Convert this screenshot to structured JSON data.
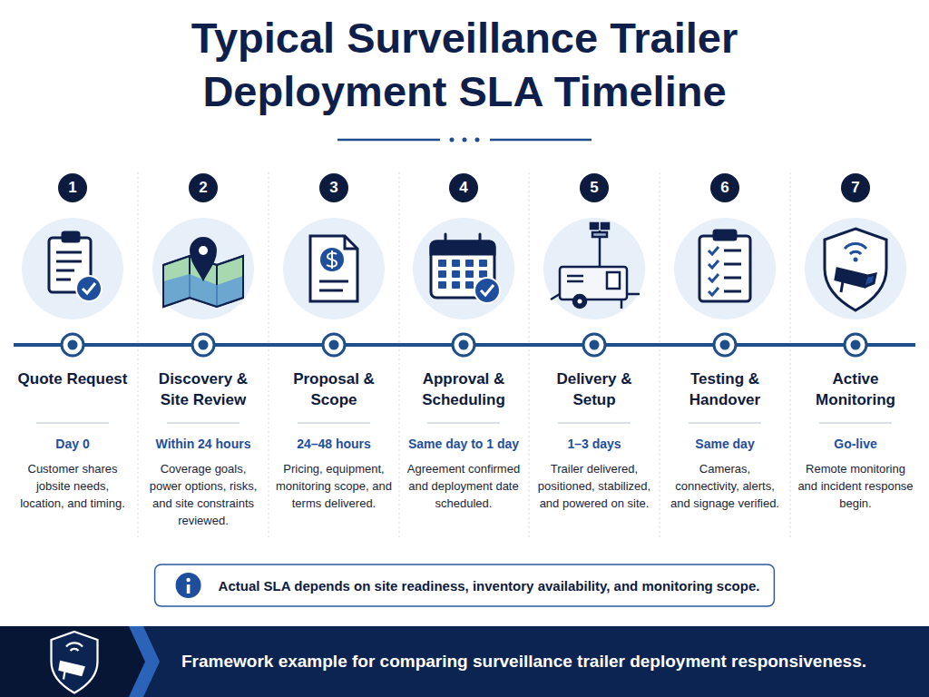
{
  "diagram": {
    "title": "Typical Surveillance Trailer Deployment SLA Timeline",
    "nodes": [
      {
        "text": [
          "1"
        ]
      },
      {
        "text": [
          "2"
        ]
      },
      {
        "text": [
          "3"
        ]
      },
      {
        "text": [
          "4"
        ]
      },
      {
        "text": [
          "5"
        ]
      },
      {
        "text": [
          "6"
        ]
      },
      {
        "text": [
          "7"
        ]
      },
      {
        "text": [
          "Actual SLA depends on site readiness, inventory availability, and monitoring scope."
        ]
      },
      {
        "text": [
          "Framework example for comparing surveillance trailer deployment responsiveness."
        ]
      }
    ],
    "labels": [
      "Quote Request",
      "Day 0",
      "Customer shares jobsite needs, location, and timing.",
      "Discovery & Site Review",
      "Within 24 hours",
      "Coverage goals, power options, risks, and site constraints reviewed.",
      "Proposal & Scope",
      "24–48 hours",
      "Pricing, equipment, monitoring scope, and terms delivered.",
      "Approval & Scheduling",
      "Same day to 1 day",
      "Agreement confirmed and deployment date scheduled.",
      "Delivery & Setup",
      "1–3 days",
      "Trailer delivered, positioned, stabilized, and powered on site.",
      "Testing & Handover",
      "Same day",
      "Cameras, connectivity, alerts, and signage verified.",
      "Active Monitoring",
      "Go-live",
      "Remote monitoring and incident response begin."
    ]
  }
}
